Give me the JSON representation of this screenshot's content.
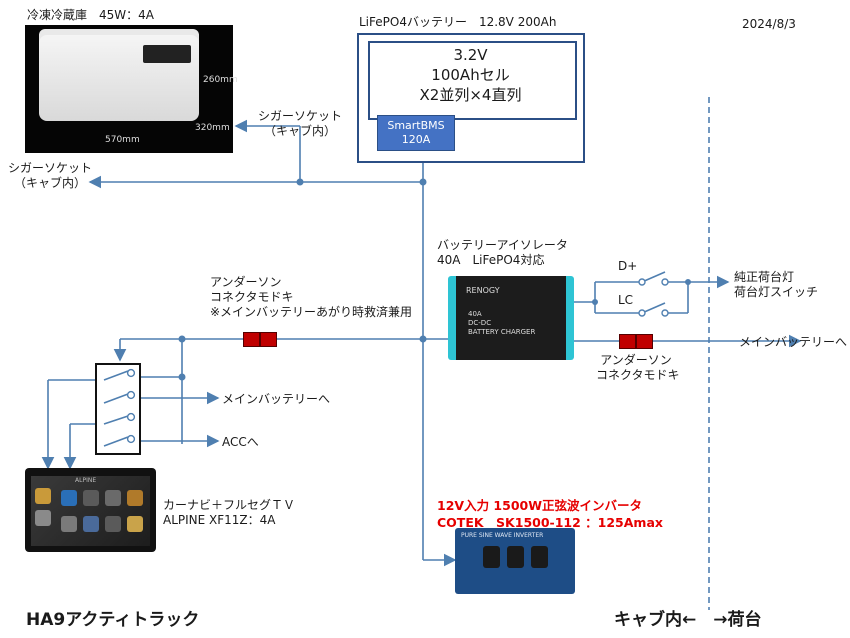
{
  "date": "2024/8/3",
  "vehicle": "HA9アクティトラック",
  "cab_cargo": "キャブ内←　→荷台",
  "fridge": {
    "label": "冷凍冷蔵庫　45W：4A",
    "dim_width": "570mm",
    "dim_height": "260mm",
    "dim_depth": "320mm"
  },
  "cigar_socket_1": [
    "シガーソケット",
    "（キャブ内）"
  ],
  "cigar_socket_2": [
    "シガーソケット",
    "（キャブ内）"
  ],
  "battery": {
    "label": "LiFePO4バッテリー　12.8V 200Ah",
    "cell_lines": [
      "3.2V",
      "100Ahセル",
      "X2並列×4直列"
    ],
    "bms_lines": [
      "SmartBMS",
      "120A"
    ]
  },
  "isolator": {
    "label_lines": [
      "バッテリーアイソレータ",
      "40A　LiFePO4対応"
    ],
    "brand": "RENOGY",
    "model_lines": [
      "40A",
      "DC-DC",
      "BATTERY CHARGER"
    ]
  },
  "d_plus": "D+",
  "lc": "LC",
  "tail_switch": [
    "純正荷台灯",
    "荷台灯スイッチ"
  ],
  "main_battery_right": "メインバッテリーへ",
  "anderson_left": [
    "アンダーソン",
    "コネクタモドキ",
    "※メインバッテリーあがり時救済兼用"
  ],
  "anderson_right": [
    "アンダーソン",
    "コネクタモドキ"
  ],
  "main_battery_left": "メインバッテリーへ",
  "acc": "ACCへ",
  "navi": {
    "label_lines": [
      "カーナビ＋フルセグＴＶ",
      "ALPINE XF11Z：4A"
    ],
    "brand": "ALPINE"
  },
  "inverter": {
    "label_lines": [
      "12V入力 1500W正弦波インバータ",
      "COTEK　SK1500-112 ：125Amax"
    ],
    "panel_text": "PURE SINE WAVE INVERTER"
  },
  "colors": {
    "wire": "#4f7fb0",
    "battery_border": "#2b4f86",
    "bms_fill": "#4472c4",
    "connector": "#c00000",
    "inverter_text": "#e60000"
  }
}
